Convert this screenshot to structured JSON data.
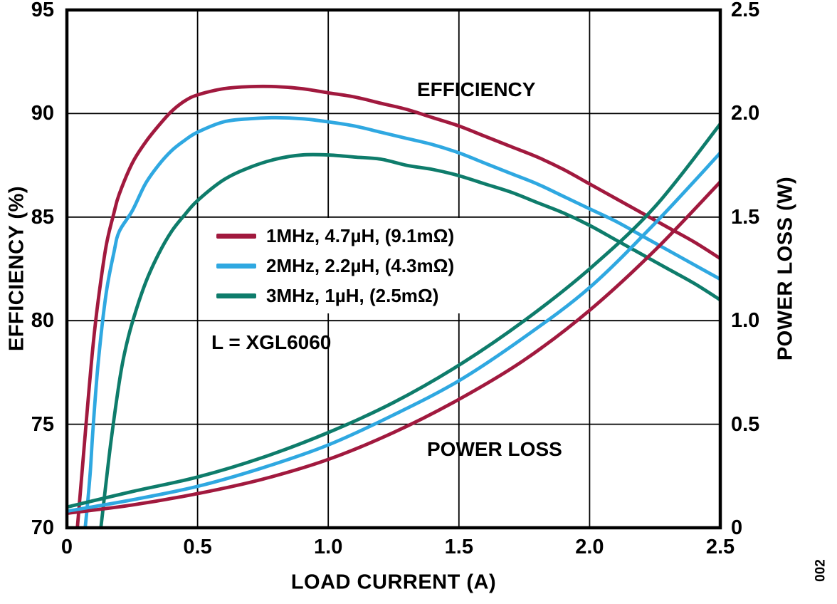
{
  "figure_number": "002",
  "chart_data": {
    "type": "line",
    "title": "",
    "grid": true,
    "x_axis": {
      "label": "LOAD CURRENT (A)",
      "range": [
        0,
        2.5
      ],
      "tick_values": [
        0,
        0.5,
        1.0,
        1.5,
        2.0,
        2.5
      ],
      "tick_labels": [
        "0",
        "0.5",
        "1.0",
        "1.5",
        "2.0",
        "2.5"
      ]
    },
    "y_left": {
      "label": "EFFICIENCY (%)",
      "range": [
        70,
        95
      ],
      "tick_values": [
        70,
        75,
        80,
        85,
        90,
        95
      ],
      "tick_labels": [
        "70",
        "75",
        "80",
        "85",
        "90",
        "95"
      ]
    },
    "y_right": {
      "label": "POWER LOSS (W)",
      "range": [
        0,
        2.5
      ],
      "tick_values": [
        0,
        0.5,
        1.0,
        1.5,
        2.0,
        2.5
      ],
      "tick_labels": [
        "0",
        "0.5",
        "1.0",
        "1.5",
        "2.0",
        "2.5"
      ]
    },
    "annotations": [
      {
        "text": "EFFICIENCY",
        "x": 1.6,
        "y_left": 91.1
      },
      {
        "text": "POWER LOSS",
        "x": 1.63,
        "y_left": 73.8
      },
      {
        "text": "L = XGL6060",
        "x": 0.56,
        "y_left": 79.0
      }
    ],
    "legend": {
      "position": "inside-left-center",
      "items": [
        {
          "label": "1MHz, 4.7µH, (9.1mΩ)",
          "color": "#A1193E"
        },
        {
          "label": "2MHz, 2.2µH, (4.3mΩ)",
          "color": "#2FA8E1"
        },
        {
          "label": "3MHz, 1µH, (2.5mΩ)",
          "color": "#0E7C6B"
        }
      ]
    },
    "series": [
      {
        "name": "efficiency-1mhz-4.7uH",
        "group": "EFFICIENCY",
        "legend": "1MHz, 4.7µH, (9.1mΩ)",
        "axis": "left",
        "color": "#A1193E",
        "x": [
          0.04,
          0.05,
          0.06,
          0.08,
          0.1,
          0.12,
          0.15,
          0.18,
          0.2,
          0.25,
          0.3,
          0.35,
          0.4,
          0.45,
          0.5,
          0.6,
          0.7,
          0.8,
          0.9,
          1.0,
          1.1,
          1.2,
          1.3,
          1.4,
          1.5,
          1.6,
          1.7,
          1.8,
          1.9,
          2.0,
          2.1,
          2.2,
          2.3,
          2.4,
          2.5
        ],
        "y": [
          70.0,
          71.5,
          73.0,
          76.0,
          78.8,
          81.0,
          83.6,
          85.2,
          86.1,
          87.6,
          88.6,
          89.4,
          90.1,
          90.6,
          90.9,
          91.2,
          91.3,
          91.3,
          91.2,
          91.0,
          90.8,
          90.5,
          90.2,
          89.8,
          89.4,
          88.9,
          88.4,
          87.9,
          87.3,
          86.6,
          85.9,
          85.2,
          84.5,
          83.8,
          83.0
        ]
      },
      {
        "name": "efficiency-2mhz-2.2uH",
        "group": "EFFICIENCY",
        "legend": "2MHz, 2.2µH, (4.3mΩ)",
        "axis": "left",
        "color": "#2FA8E1",
        "x": [
          0.07,
          0.08,
          0.09,
          0.1,
          0.12,
          0.15,
          0.18,
          0.2,
          0.25,
          0.3,
          0.35,
          0.4,
          0.45,
          0.5,
          0.6,
          0.7,
          0.8,
          0.9,
          1.0,
          1.1,
          1.2,
          1.3,
          1.4,
          1.5,
          1.6,
          1.7,
          1.8,
          1.9,
          2.0,
          2.1,
          2.2,
          2.3,
          2.4,
          2.5
        ],
        "y": [
          70.0,
          71.3,
          72.8,
          74.8,
          78.0,
          81.3,
          83.3,
          84.3,
          85.3,
          86.6,
          87.5,
          88.2,
          88.7,
          89.1,
          89.6,
          89.75,
          89.8,
          89.75,
          89.6,
          89.4,
          89.1,
          88.8,
          88.5,
          88.1,
          87.6,
          87.1,
          86.6,
          86.0,
          85.4,
          84.8,
          84.1,
          83.4,
          82.7,
          82.0
        ]
      },
      {
        "name": "efficiency-3mhz-1uH",
        "group": "EFFICIENCY",
        "legend": "3MHz, 1µH, (2.5mΩ)",
        "axis": "left",
        "color": "#0E7C6B",
        "x": [
          0.13,
          0.15,
          0.17,
          0.2,
          0.22,
          0.25,
          0.3,
          0.35,
          0.4,
          0.45,
          0.5,
          0.6,
          0.7,
          0.8,
          0.9,
          1.0,
          1.1,
          1.2,
          1.3,
          1.4,
          1.5,
          1.6,
          1.7,
          1.8,
          1.9,
          2.0,
          2.1,
          2.2,
          2.3,
          2.4,
          2.5
        ],
        "y": [
          70.0,
          72.2,
          74.3,
          77.0,
          78.4,
          79.9,
          81.8,
          83.2,
          84.3,
          85.1,
          85.8,
          86.8,
          87.4,
          87.8,
          88.0,
          88.0,
          87.9,
          87.8,
          87.5,
          87.3,
          87.0,
          86.6,
          86.2,
          85.7,
          85.2,
          84.6,
          83.9,
          83.2,
          82.5,
          81.8,
          81.0
        ]
      },
      {
        "name": "power-loss-1mhz-4.7uH",
        "group": "POWER LOSS",
        "legend": "1MHz, 4.7µH, (9.1mΩ)",
        "axis": "right",
        "color": "#A1193E",
        "x": [
          0,
          0.25,
          0.5,
          0.75,
          1.0,
          1.25,
          1.5,
          1.75,
          2.0,
          2.25,
          2.5
        ],
        "y": [
          0.07,
          0.11,
          0.165,
          0.235,
          0.33,
          0.46,
          0.62,
          0.81,
          1.05,
          1.34,
          1.67
        ]
      },
      {
        "name": "power-loss-2mhz-2.2uH",
        "group": "POWER LOSS",
        "legend": "2MHz, 2.2µH, (4.3mΩ)",
        "axis": "right",
        "color": "#2FA8E1",
        "x": [
          0,
          0.25,
          0.5,
          0.75,
          1.0,
          1.25,
          1.5,
          1.75,
          2.0,
          2.25,
          2.5
        ],
        "y": [
          0.08,
          0.135,
          0.2,
          0.29,
          0.4,
          0.545,
          0.71,
          0.92,
          1.16,
          1.47,
          1.81
        ]
      },
      {
        "name": "power-loss-3mhz-1uH",
        "group": "POWER LOSS",
        "legend": "3MHz, 1µH, (2.5mΩ)",
        "axis": "right",
        "color": "#0E7C6B",
        "x": [
          0,
          0.25,
          0.5,
          0.75,
          1.0,
          1.25,
          1.5,
          1.75,
          2.0,
          2.25,
          2.5
        ],
        "y": [
          0.1,
          0.175,
          0.245,
          0.34,
          0.46,
          0.605,
          0.785,
          1.0,
          1.25,
          1.55,
          1.95
        ]
      }
    ]
  }
}
